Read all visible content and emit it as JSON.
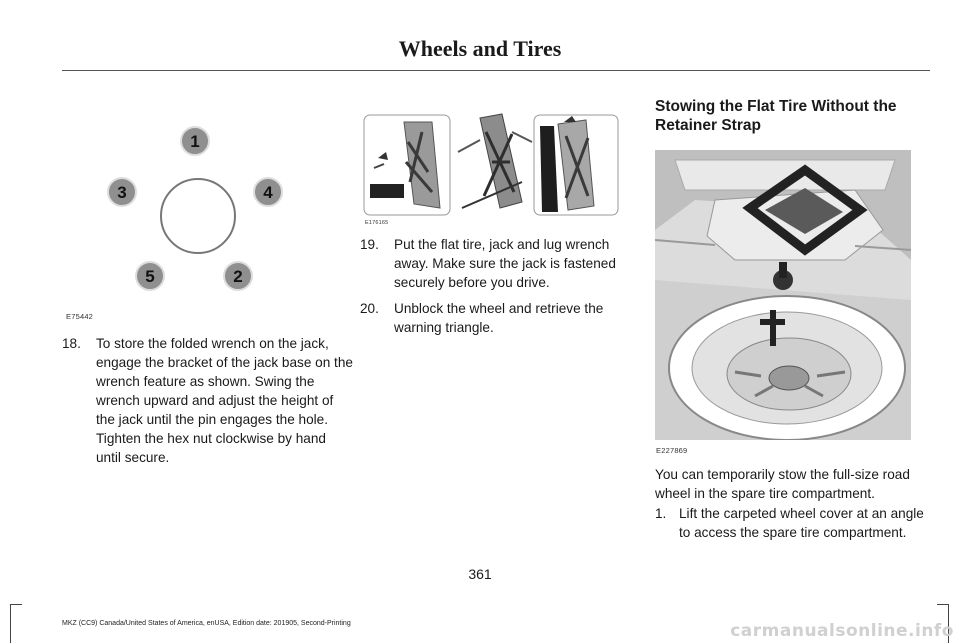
{
  "header": {
    "title": "Wheels and Tires"
  },
  "figures": {
    "lug_pattern": {
      "code": "E75442",
      "labels": [
        "1",
        "2",
        "3",
        "4",
        "5"
      ]
    },
    "jack_stowage": {
      "code": "E176165"
    },
    "spare_compartment": {
      "code": "E227869"
    }
  },
  "left_column": {
    "steps": [
      {
        "num": "18.",
        "text": "To store the folded wrench on the jack, engage the bracket of the jack base on the wrench feature as shown. Swing the wrench upward and adjust the height of the jack until the pin engages the hole. Tighten the hex nut clockwise by hand until secure."
      }
    ]
  },
  "middle_column": {
    "steps": [
      {
        "num": "19.",
        "text": "Put the flat tire, jack and lug wrench away. Make sure the jack is fastened securely before you drive."
      },
      {
        "num": "20.",
        "text": "Unblock the wheel and retrieve the warning triangle."
      }
    ]
  },
  "right_column": {
    "section_title": "Stowing the Flat Tire Without the Retainer Strap",
    "paragraph": "You can temporarily stow the full-size road wheel in the spare tire compartment.",
    "steps": [
      {
        "num": "1.",
        "text": "Lift the carpeted wheel cover at an angle to access the spare tire compartment."
      }
    ]
  },
  "footer": {
    "page_number": "361",
    "edition": "MKZ (CC9) Canada/United States of America, enUSA, Edition date: 201905, Second-Printing"
  },
  "watermark": "carmanualsonline.info"
}
